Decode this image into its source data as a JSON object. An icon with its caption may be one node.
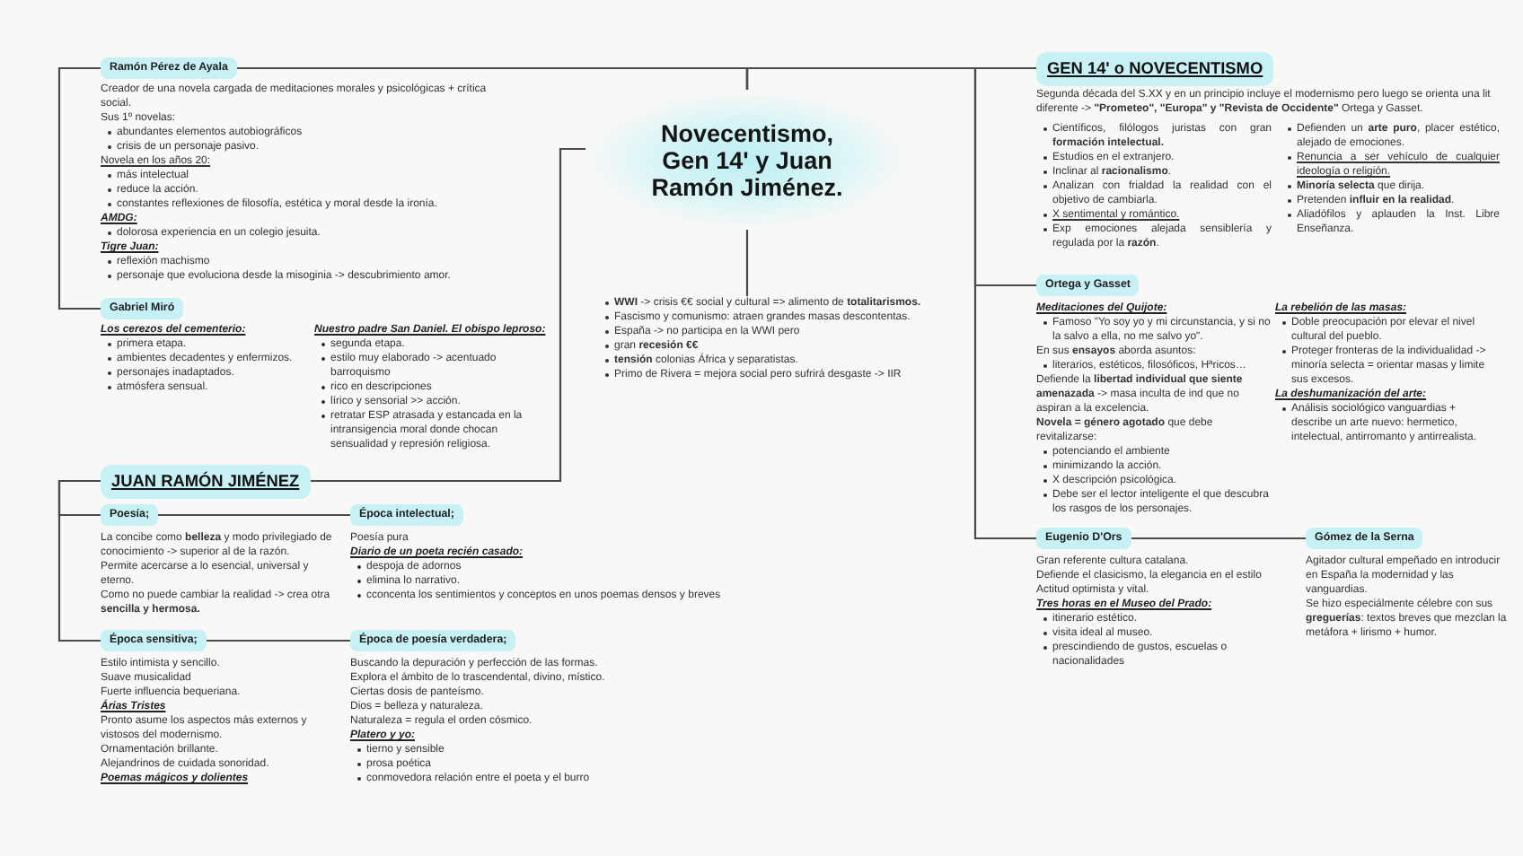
{
  "diagram": {
    "nodes": [
      {
        "text": [
          "Novecentismo, Gen 14' y Juan Ramón Jiménez."
        ]
      },
      {
        "text": [
          "Ramón Pérez de Ayala"
        ],
        "beside": [
          "Creador de una novela cargada de meditaciones morales y psicológicas + crítica social.",
          "Sus 1º novelas:",
          "abundantes elementos autobiográficos",
          "crisis de un personaje pasivo.",
          "Novela en los años 20:",
          "más intelectual",
          "reduce la acción.",
          "constantes reflexiones de filosofía, estética y moral desde la ironía.",
          "AMDG:",
          "dolorosa experiencia en un colegio jesuita.",
          "Tigre Juan:",
          "reflexión machismo",
          "personaje que evoluciona desde la misoginia -> descubrimiento amor."
        ]
      },
      {
        "text": [
          "Gabriel Miró"
        ],
        "beside": [
          "Los cerezos del cementerio:",
          "primera etapa.",
          "ambientes decadentes y enfermizos.",
          "personajes inadaptados.",
          "atmósfera sensual.",
          "Nuestro padre San Daniel. El obispo leproso:",
          "segunda etapa.",
          "estilo muy elaborado -> acentuado barroquismo",
          "rico en descripciones",
          "lírico y sensorial >> acción.",
          "retratar ESP atrasada y estancada en la intransigencia moral donde chocan sensualidad y represión religiosa."
        ]
      },
      {
        "text": [
          "JUAN RAMÓN JIMÉNEZ"
        ]
      },
      {
        "text": [
          "Poesía;"
        ],
        "beside": [
          "La concibe como **belleza** y modo privilegiado de conocimiento -> superior al de la razón.",
          "Permite acercarse a lo esencial, universal y eterno.",
          "Como no puede cambiar la realidad -> crea otra **sencilla y hermosa.**"
        ]
      },
      {
        "text": [
          "Época intelectual;"
        ],
        "beside": [
          "Poesía pura",
          "Diario de un poeta recién casado:",
          "despoja de adornos",
          "elimina lo narrativo.",
          "cconcenta los sentimientos y conceptos en unos poemas densos y breves"
        ]
      },
      {
        "text": [
          "Época sensitiva;"
        ],
        "beside": [
          "Estilo intimista y sencillo.",
          "Suave musicalidad",
          "Fuerte influencia bequeriana.",
          "Árias Tristes",
          "Pronto asume los aspectos más externos y vistosos del modernismo.",
          "Ornamentación brillante.",
          "Alejandrinos de cuidada sonoridad.",
          "Poemas mágicos y dolientes"
        ]
      },
      {
        "text": [
          "Época de poesía verdadera;"
        ],
        "beside": [
          "Buscando la depuración y perfección de las formas.",
          "Explora el ámbito de lo trascendental, divino, místico.",
          "Ciertas dosis de panteísmo.",
          "Dios = belleza y naturaleza.",
          "Naturaleza = regula el orden cósmico.",
          "Platero y yo:",
          "tierno y sensible",
          "prosa poética",
          "conmovedora relación entre el poeta y el burro"
        ]
      },
      {
        "text": [
          "**WWI** -> crisis €€ social y cultural => alimento de **totalitarismos.**",
          "Fascismo y comunismo: atraen grandes masas descontentas.",
          "España -> no participa en la WWI pero",
          "gran **recesión €€**",
          "**tensión** colonias África y separatistas.",
          "Primo de Rivera = mejora social pero sufrirá desgaste -> IIR"
        ]
      },
      {
        "text": [
          "GEN 14' o NOVECENTISMO"
        ],
        "beside": [
          "Segunda década del S.XX y en un principio incluye el modernismo pero luego se orienta una lit diferente -> **\"Prometeo\", \"Europa\" y \"Revista de Occidente\"** Ortega y Gasset.",
          "Científicos, filólogos juristas con gran **formación intelectual.**",
          "Estudios en el extranjero.",
          "Inclinar al **racionalismo**.",
          "Analizan con frialdad la realidad con el objetivo de cambiarla.",
          "X sentimental y romántico.",
          "Exp emociones alejada sensiblería y regulada por la **razón**.",
          "Defienden un **arte puro**, placer estético, alejado de emociones.",
          "Renuncia a ser vehículo de cualquier ideología o religión.",
          "**Minoría selecta** que dirija.",
          "Pretenden **influir en la realidad**.",
          "Aliadófilos y aplauden la Inst. Libre Enseñanza."
        ]
      },
      {
        "text": [
          "Ortega y Gasset"
        ],
        "beside": [
          "Meditaciones del Quijote:",
          "Famoso \"Yo soy yo y mi circunstancia, y si no la salvo a ella, no me salvo yo\".",
          "En sus **ensayos** aborda asuntos:",
          "literarios, estéticos, filosóficos, Hªricos…",
          "Defiende la **libertad individual que siente amenazada** -> masa inculta de ind que no aspiran a la excelencia.",
          "**Novela = género agotado** que debe revitalizarse:",
          "potenciando el ambiente",
          "minimizando la acción.",
          "X descripción psicológica.",
          "Debe ser el lector inteligente el que descubra los rasgos de los personajes.",
          "La rebelión de las masas:",
          "Doble preocupación por elevar el nivel cultural del pueblo.",
          "Proteger fronteras de la individualidad -> minoría selecta = orientar masas y limite sus excesos.",
          "La deshumanización del arte:",
          "Análisis sociológico vanguardias + describe un arte nuevo: hermetico, intelectual, antirromanto y antirrealista."
        ]
      },
      {
        "text": [
          "Eugenio D'Ors"
        ],
        "beside": [
          "Gran referente cultura catalana.",
          "Defiende el clasicismo, la elegancia en el estilo",
          "Actitud optimista y vital.",
          "Tres horas en el Museo del Prado:",
          "itinerario estético.",
          "visita ideal al museo.",
          "prescindiendo de gustos, escuelas o nacionalidades"
        ]
      },
      {
        "text": [
          "Gómez de la Serna"
        ],
        "beside": [
          "Agitador cultural empeñado en introducir en España la modernidad y las vanguardias.",
          "Se hizo especiálmente célebre con sus **greguerías**: textos breves que mezclan la metáfora + lirismo + humor."
        ]
      }
    ],
    "edges": [
      {
        "from": 0,
        "to": 1,
        "arrow": "none"
      },
      {
        "from": 1,
        "to": 2,
        "arrow": "none"
      },
      {
        "from": 0,
        "to": 3,
        "arrow": "none"
      },
      {
        "from": 3,
        "to": 4,
        "arrow": "none"
      },
      {
        "from": 3,
        "to": 6,
        "arrow": "none"
      },
      {
        "from": 4,
        "to": 5,
        "arrow": "none"
      },
      {
        "from": 6,
        "to": 7,
        "arrow": "none"
      },
      {
        "from": 0,
        "to": 8,
        "arrow": "none"
      },
      {
        "from": 0,
        "to": 9,
        "arrow": "none"
      },
      {
        "from": 0,
        "to": 10,
        "arrow": "none"
      },
      {
        "from": 0,
        "to": 11,
        "arrow": "none"
      },
      {
        "from": 11,
        "to": 12,
        "arrow": "none"
      }
    ]
  }
}
